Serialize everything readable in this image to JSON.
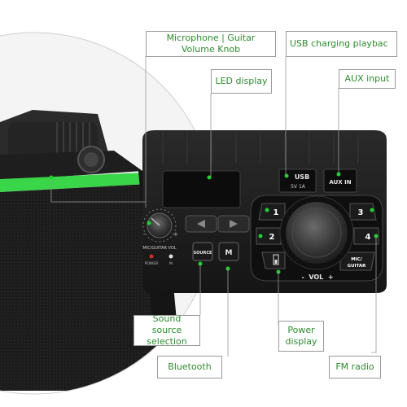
{
  "callouts": {
    "mic_guitar_knob": "Microphone | Guitar Volume Knob",
    "usb_playback": "USB charging playbac",
    "led_display": "LED display",
    "aux_input": "AUX input",
    "sound_source": "Sound source selection",
    "bluetooth": "Bluetooth",
    "power_display": "Power display",
    "fm_radio": "FM radio"
  },
  "panel": {
    "usb_label": "USB",
    "usb_spec": "5V 1A",
    "aux_label": "AUX IN",
    "mic_guitar_vol": "MIC/GUITAR VOL",
    "power_label": "POWER",
    "m_led_label": "M",
    "source_button": "SOURCE",
    "m_button": "M",
    "mic_guitar_button_1": "MIC/",
    "mic_guitar_button_2": "GUITAR",
    "vol_label": "-  VOL  +",
    "num_1": "1",
    "num_2": "2",
    "num_3": "3",
    "num_4": "4",
    "knob_minus": "-",
    "knob_plus": "+"
  },
  "colors": {
    "accent_green": "#2e8b2e",
    "indicator_green": "#22cc33",
    "speaker_black": "#1a1a1a"
  }
}
